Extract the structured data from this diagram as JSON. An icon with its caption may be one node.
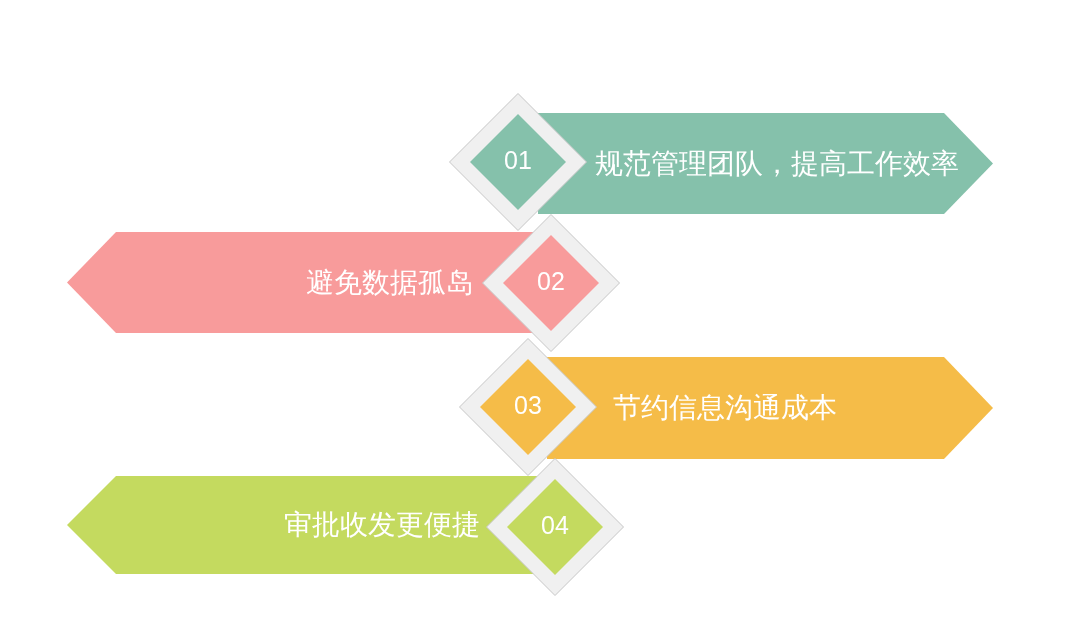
{
  "diagram": {
    "nodes": [
      {
        "text": [
          "01"
        ]
      },
      {
        "text": [
          "规范管理团队，提高工作效率"
        ]
      },
      {
        "text": [
          "避免数据孤岛"
        ]
      },
      {
        "text": [
          "02"
        ]
      },
      {
        "text": [
          "03"
        ]
      },
      {
        "text": [
          "节约信息沟通成本"
        ]
      },
      {
        "text": [
          "审批收发更便捷"
        ]
      },
      {
        "text": [
          "04"
        ]
      }
    ]
  }
}
